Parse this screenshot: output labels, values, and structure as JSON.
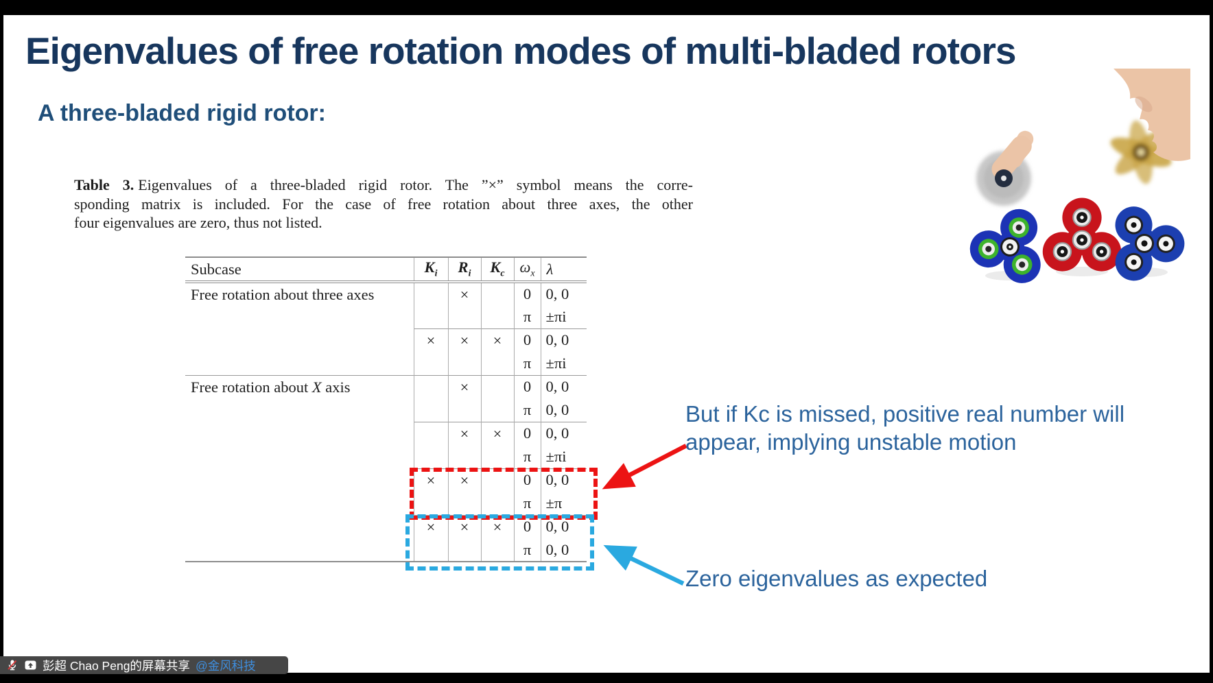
{
  "slide": {
    "title": "Eigenvalues of free rotation modes of multi-bladed rotors",
    "subtitle": "A three-bladed rigid rotor:"
  },
  "caption": {
    "label": "Table 3.",
    "line1": "Eigenvalues of a three-bladed rigid rotor. The ”×” symbol means the corre-",
    "line2": "sponding matrix is included. For the case of free rotation about three axes, the other",
    "line3": "four eigenvalues are zero, thus not listed."
  },
  "table": {
    "cross": "×",
    "headers": [
      {
        "text": "Subcase"
      },
      {
        "main": "K",
        "sub": "i"
      },
      {
        "main": "R",
        "sub": "i"
      },
      {
        "main": "K",
        "sub": "c"
      },
      {
        "main": "ω",
        "sub": "x"
      },
      {
        "main": "λ",
        "sub": ""
      }
    ],
    "blocks": [
      {
        "sub_pre": "Free rotation about three axes",
        "sub_em": "",
        "sub_post": "",
        "ki": false,
        "ri": true,
        "kc": false,
        "new_subcase": true,
        "box": "",
        "rows": [
          [
            "0",
            "0, 0"
          ],
          [
            "π",
            "±πi"
          ]
        ]
      },
      {
        "sub_pre": "",
        "sub_em": "",
        "sub_post": "",
        "ki": true,
        "ri": true,
        "kc": true,
        "new_subcase": false,
        "box": "",
        "rows": [
          [
            "0",
            "0, 0"
          ],
          [
            "π",
            "±πi"
          ]
        ]
      },
      {
        "sub_pre": "Free rotation about ",
        "sub_em": "X",
        "sub_post": " axis",
        "ki": false,
        "ri": true,
        "kc": false,
        "new_subcase": true,
        "box": "",
        "rows": [
          [
            "0",
            "0, 0"
          ],
          [
            "π",
            "0, 0"
          ]
        ]
      },
      {
        "sub_pre": "",
        "sub_em": "",
        "sub_post": "",
        "ki": false,
        "ri": true,
        "kc": true,
        "new_subcase": false,
        "box": "",
        "rows": [
          [
            "0",
            "0, 0"
          ],
          [
            "π",
            "±πi"
          ]
        ]
      },
      {
        "sub_pre": "",
        "sub_em": "",
        "sub_post": "",
        "ki": true,
        "ri": true,
        "kc": false,
        "new_subcase": false,
        "box": "red",
        "rows": [
          [
            "0",
            "0, 0"
          ],
          [
            "π",
            "±π"
          ]
        ]
      },
      {
        "sub_pre": "",
        "sub_em": "",
        "sub_post": "",
        "ki": true,
        "ri": true,
        "kc": true,
        "new_subcase": false,
        "box": "blue",
        "rows": [
          [
            "0",
            "0, 0"
          ],
          [
            "π",
            "0, 0"
          ]
        ]
      }
    ]
  },
  "annotations": {
    "unstable_line1": "But if Kc is missed, positive real number will",
    "unstable_line2": "appear, implying unstable motion",
    "zero_note": "Zero eigenvalues as expected"
  },
  "toolbar": {
    "share_text": "彭超 Chao Peng的屏幕共享 ",
    "mention_text": "@金风科技"
  },
  "colors": {
    "title_blue": "#17365D",
    "subtitle_blue": "#1F4E79",
    "note_blue": "#2B639C",
    "highlight_red": "#EC1313",
    "highlight_cyan": "#2AA9E0",
    "mention_blue": "#3E8EDE",
    "spinner_left_body": "#1C33B5",
    "spinner_left_ring": "#3DB32C",
    "spinner_middle_body": "#C8141C",
    "spinner_right_body": "#1C3FB0",
    "gold_spinner": "#C9A545",
    "skin_tone": "#EBC4A6"
  }
}
